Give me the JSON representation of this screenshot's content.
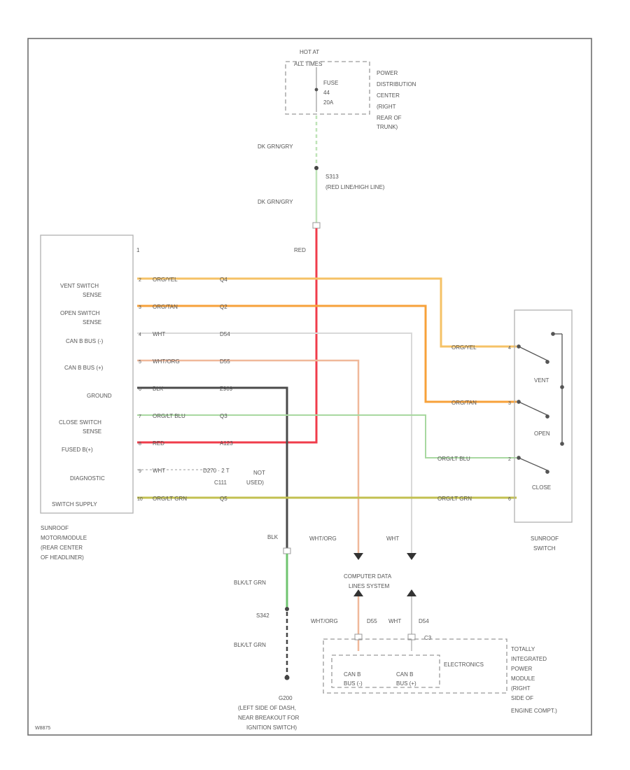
{
  "diagram": {
    "figure_id": "W8875",
    "fuse_block": {
      "hot_label": [
        "HOT AT",
        "ALL TIMES"
      ],
      "fuse_lines": [
        "FUSE",
        "44",
        "20A"
      ],
      "location": [
        "POWER",
        "DISTRIBUTION",
        "CENTER",
        "(RIGHT",
        "REAR OF",
        "TRUNK)"
      ]
    },
    "splice_s313": [
      "S313",
      "(RED LINE/HIGH LINE)"
    ],
    "wire_dk_grn_gry_top": "DK GRN/GRY",
    "wire_dk_grn_gry_mid": "DK GRN/GRY",
    "wire_red_vertical": "RED",
    "module": {
      "title": [
        "SUNROOF",
        "MOTOR/MODULE",
        "(REAR CENTER",
        "OF HEADLINER)"
      ],
      "bottom_label": "SWITCH SUPPLY",
      "pin1": "1",
      "pins": [
        {
          "name": [
            "VENT SWITCH",
            "SENSE"
          ],
          "pin": "2",
          "color": "ORG/YEL",
          "circuit": "Q4"
        },
        {
          "name": [
            "OPEN SWITCH",
            "SENSE"
          ],
          "pin": "3",
          "color": "ORG/TAN",
          "circuit": "Q2"
        },
        {
          "name": [
            "CAN B BUS (-)"
          ],
          "pin": "4",
          "color": "WHT",
          "circuit": "D54"
        },
        {
          "name": [
            "CAN B BUS (+)"
          ],
          "pin": "5",
          "color": "WHT/ORG",
          "circuit": "D55"
        },
        {
          "name": [
            "GROUND"
          ],
          "pin": "6",
          "color": "BLK",
          "circuit": "Z909"
        },
        {
          "name": [
            "CLOSE SWITCH",
            "SENSE"
          ],
          "pin": "7",
          "color": "ORG/LT BLU",
          "circuit": "Q3"
        },
        {
          "name": [
            "FUSED B(+)"
          ],
          "pin": "8",
          "color": "RED",
          "circuit": "A123"
        },
        {
          "name": [
            "DIAGNOSTIC"
          ],
          "pin": "9",
          "color": "WHT",
          "circuit": "D270 · 2 T"
        },
        {
          "name": [],
          "pin": "10",
          "color": "ORG/LT GRN",
          "circuit": "Q5"
        }
      ],
      "not_used": [
        "NOT",
        "USED)"
      ],
      "c111": "C111"
    },
    "switch": {
      "title": [
        "SUNROOF",
        "SWITCH"
      ],
      "positions": [
        "VENT",
        "OPEN",
        "CLOSE"
      ],
      "wires": [
        {
          "color": "ORG/YEL",
          "pin": "4"
        },
        {
          "color": "ORG/TAN",
          "pin": "3"
        },
        {
          "color": "ORG/LT BLU",
          "pin": "2"
        },
        {
          "color": "ORG/LT GRN",
          "pin": "6"
        }
      ]
    },
    "ground_path": {
      "blk": "BLK",
      "blk_lt_grn_1": "BLK/LT GRN",
      "splice_s342": "S342",
      "blk_lt_grn_2": "BLK/LT GRN",
      "ground_g200": [
        "G200",
        "(LEFT SIDE OF DASH,",
        "NEAR BREAKOUT FOR",
        "IGNITION SWITCH)"
      ]
    },
    "data_bus": {
      "wht_org": "WHT/ORG",
      "wht": "WHT",
      "system_label": [
        "COMPUTER DATA",
        "LINES SYSTEM"
      ],
      "wht_org_lower": "WHT/ORG",
      "d55": "D55",
      "wht_lower": "WHT",
      "d54": "D54",
      "conn_c3": "C3",
      "electronics": "ELECTRONICS",
      "can_b_minus": [
        "CAN B",
        "BUS (-)"
      ],
      "can_b_plus": [
        "CAN B",
        "BUS (+)"
      ],
      "tipm_label": [
        "TOTALLY",
        "INTEGRATED",
        "POWER",
        "MODULE",
        "(RIGHT",
        "SIDE OF",
        "ENGINE COMPT.)"
      ]
    },
    "colors": {
      "red": "#f03c4b",
      "org_yel": "#f5c266",
      "org_tan": "#f7a13a",
      "wht": "#d9d9d9",
      "wht_org": "#f0b89a",
      "blk": "#4a4a4a",
      "org_lt_blu": "#a8d8a0",
      "org_lt_grn": "#c2c050",
      "blk_lt_grn": "#6fc46f",
      "dk_grn_gry": "#bfe3b8"
    }
  }
}
